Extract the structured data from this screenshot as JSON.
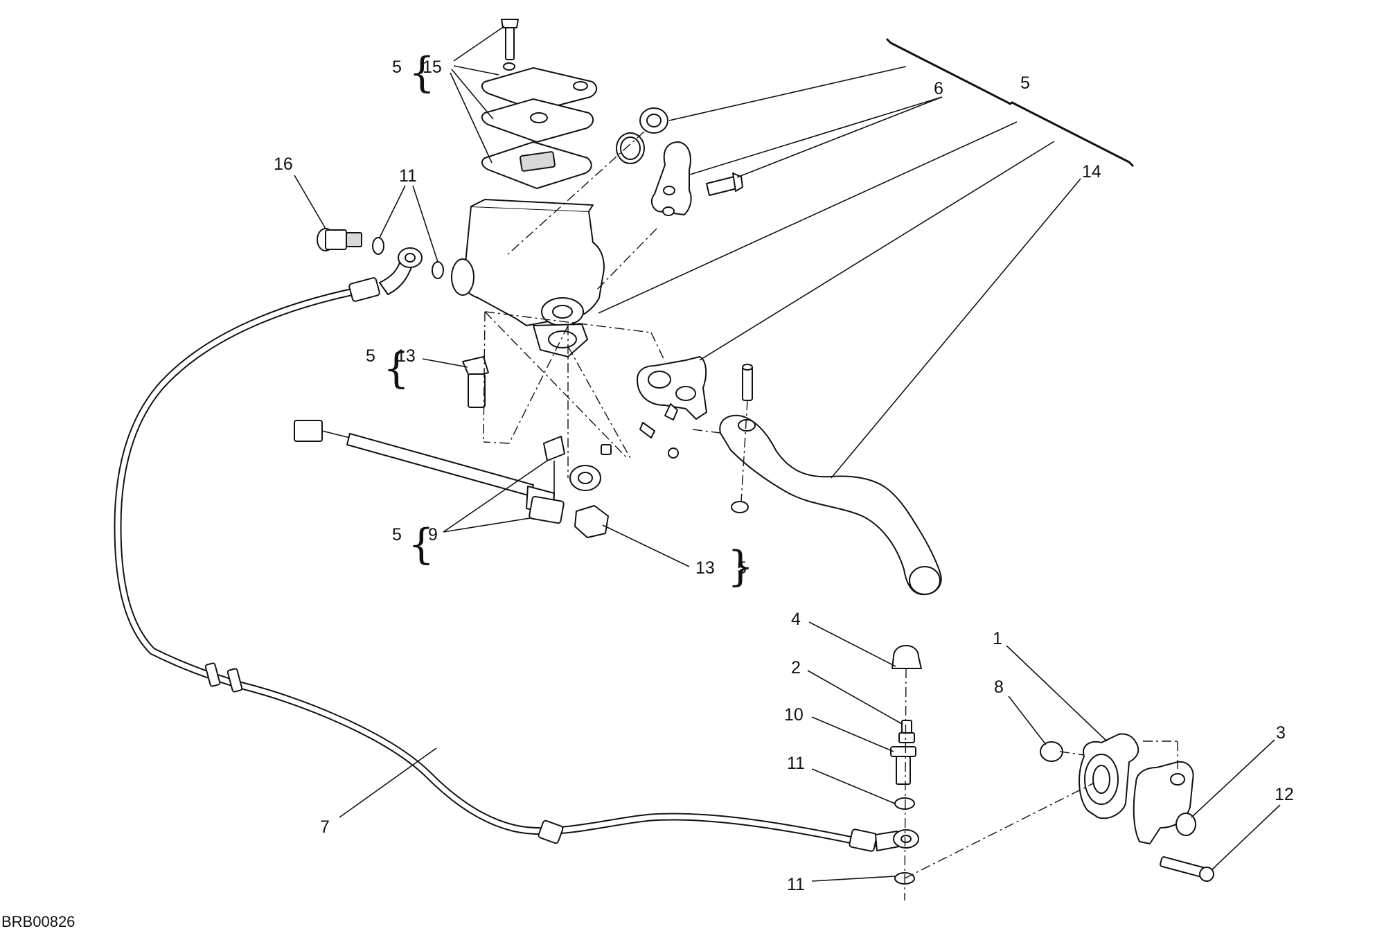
{
  "drawing_code": "BRB00826",
  "labels": {
    "l5a": "5",
    "l15": "15",
    "l16": "16",
    "l11a": "11",
    "l6": "6",
    "l5b": "5",
    "l14": "14",
    "l5c": "5",
    "l13a": "13",
    "l5d": "5",
    "l9": "9",
    "l13b": "13",
    "l5e": "5",
    "l4": "4",
    "l2": "2",
    "l10": "10",
    "l11b": "11",
    "l11c": "11",
    "l7": "7",
    "l1": "1",
    "l8": "8",
    "l3": "3",
    "l12": "12"
  }
}
